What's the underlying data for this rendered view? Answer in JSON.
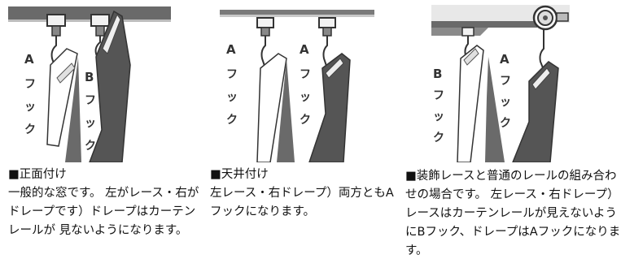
{
  "panels": [
    {
      "labels": {
        "left": "A",
        "right": "B"
      },
      "caption": "■正面付け\n一般的な窓です。 左がレース・右がドレープです）ドレープはカーテンレールが 見ないようになります。"
    },
    {
      "labels": {
        "left": "A",
        "right": "A"
      },
      "caption": "■天井付け\n 左レース・右ドレープ）両方ともAフックになります。"
    },
    {
      "labels": {
        "left": "B",
        "right": "A"
      },
      "caption": "■装飾レースと普通のレールの組み合わせの場合です。 左レース・右ドレープ）レースはカーテンレールが見えないようにBフック、ドレープはAフックになります。"
    }
  ],
  "hook_kana": [
    "フ",
    "ッ",
    "ク"
  ]
}
